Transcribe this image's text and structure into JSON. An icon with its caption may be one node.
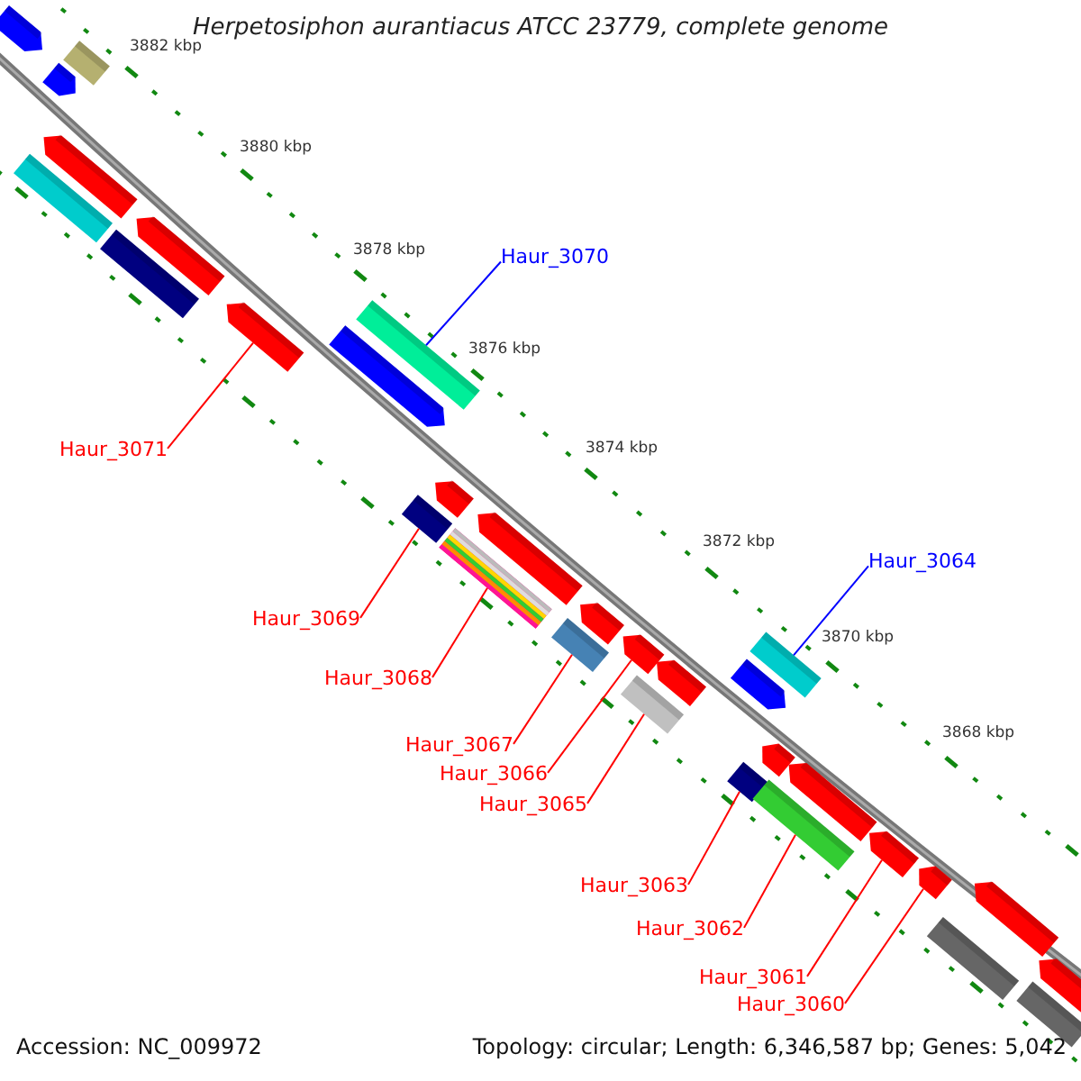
{
  "diagram": {
    "title": "Herpetosiphon aurantiacus ATCC 23779, complete genome",
    "nodes": [
      {
        "text": [
          "Haur_3070"
        ]
      },
      {
        "text": [],
        "shape": "box"
      },
      {
        "text": [
          "Haur_3071"
        ]
      },
      {
        "text": [],
        "shape": "arrow"
      },
      {
        "text": [
          "Haur_3064"
        ]
      },
      {
        "text": [],
        "shape": "box"
      },
      {
        "text": [
          "Haur_3069"
        ]
      },
      {
        "text": [],
        "shape": "box"
      },
      {
        "text": [
          "Haur_3068"
        ]
      },
      {
        "text": [],
        "shape": "box"
      },
      {
        "text": [
          "Haur_3067"
        ]
      },
      {
        "text": [],
        "shape": "box"
      },
      {
        "text": [
          "Haur_3066"
        ]
      },
      {
        "text": [],
        "shape": "arrow"
      },
      {
        "text": [
          "Haur_3065"
        ]
      },
      {
        "text": [],
        "shape": "box"
      },
      {
        "text": [
          "Haur_3063"
        ]
      },
      {
        "text": [],
        "shape": "box"
      },
      {
        "text": [
          "Haur_3062"
        ]
      },
      {
        "text": [],
        "shape": "box"
      },
      {
        "text": [
          "Haur_3061"
        ]
      },
      {
        "text": [],
        "shape": "arrow"
      },
      {
        "text": [
          "Haur_3060"
        ]
      },
      {
        "text": [],
        "shape": "arrow"
      },
      {
        "text": [],
        "shape": "arrow"
      },
      {
        "text": [],
        "shape": "arrow"
      },
      {
        "text": [],
        "shape": "box"
      },
      {
        "text": [],
        "shape": "box"
      },
      {
        "text": [],
        "shape": "arrow"
      },
      {
        "text": [],
        "shape": "box"
      },
      {
        "text": [],
        "shape": "arrow"
      },
      {
        "text": [],
        "shape": "arrow"
      },
      {
        "text": [],
        "shape": "arrow"
      },
      {
        "text": [],
        "shape": "arrow"
      },
      {
        "text": [],
        "shape": "arrow"
      },
      {
        "text": [],
        "shape": "arrow"
      },
      {
        "text": [],
        "shape": "arrow"
      },
      {
        "text": [],
        "shape": "arrow"
      },
      {
        "text": [],
        "shape": "arrow"
      },
      {
        "text": [],
        "shape": "box"
      },
      {
        "text": [],
        "shape": "arrow"
      },
      {
        "text": [],
        "shape": "box"
      },
      {
        "text": [],
        "shape": "arrow"
      }
    ],
    "edges": [
      {
        "from": 0,
        "to": 1,
        "arrow": "none",
        "color": "#0000ff"
      },
      {
        "from": 2,
        "to": 3,
        "arrow": "none"
      },
      {
        "from": 4,
        "to": 5,
        "arrow": "none",
        "color": "#0000ff"
      },
      {
        "from": 6,
        "to": 7,
        "arrow": "none"
      },
      {
        "from": 8,
        "to": 9,
        "arrow": "none"
      },
      {
        "from": 10,
        "to": 11,
        "arrow": "none"
      },
      {
        "from": 12,
        "to": 13,
        "arrow": "none"
      },
      {
        "from": 14,
        "to": 15,
        "arrow": "none"
      },
      {
        "from": 16,
        "to": 17,
        "arrow": "none"
      },
      {
        "from": 18,
        "to": 19,
        "arrow": "none"
      },
      {
        "from": 20,
        "to": 21,
        "arrow": "none"
      },
      {
        "from": 22,
        "to": 23,
        "arrow": "none"
      }
    ],
    "labels": [
      "3882 kbp",
      "3880 kbp",
      "3878 kbp",
      "3876 kbp",
      "3874 kbp",
      "3872 kbp",
      "3870 kbp",
      "3868 kbp",
      "Accession: NC_009972",
      "Topology: circular; Length: 6,346,587 bp; Genes: 5,042"
    ]
  }
}
